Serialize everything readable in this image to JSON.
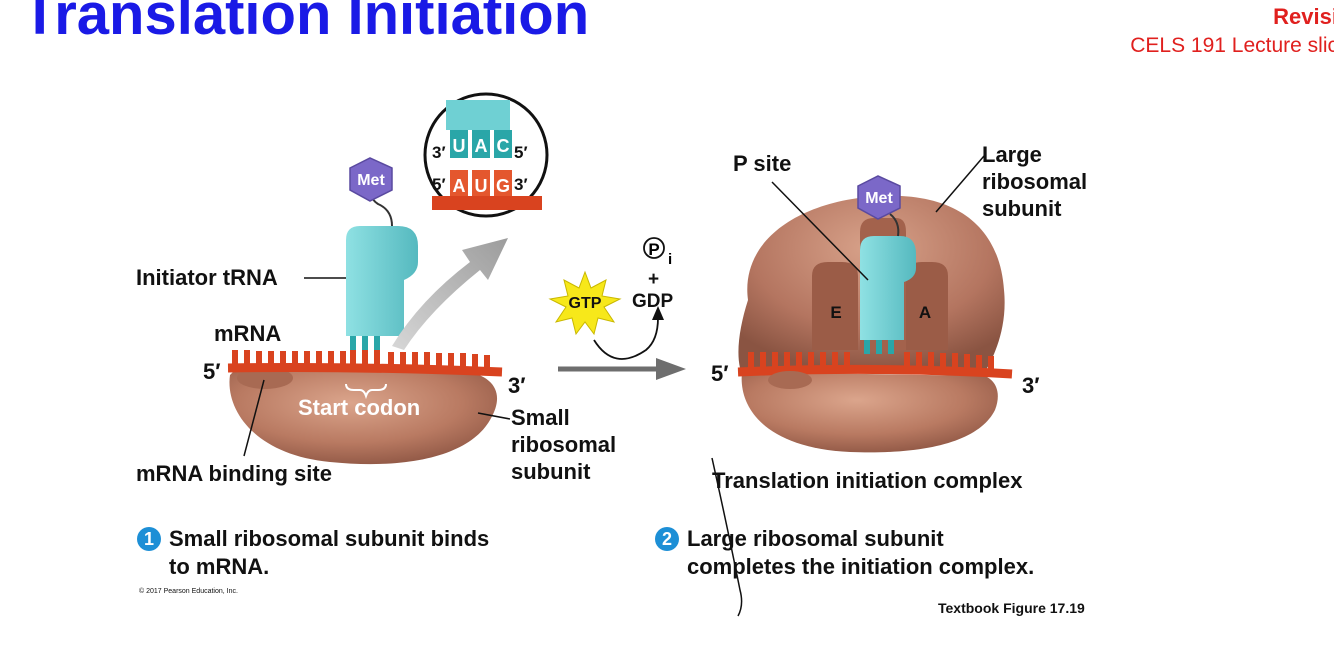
{
  "slide": {
    "title": "Translation Initiation",
    "revision": "Revisi",
    "course": "CELS 191 Lecture slic"
  },
  "panel1": {
    "trna_label": "Initiator tRNA",
    "mrna_label": "mRNA",
    "five_prime": "5′",
    "three_prime": "3′",
    "start_codon": "Start codon",
    "binding_site": "mRNA binding site",
    "small_subunit": "Small\nribosomal\nsubunit",
    "met": "Met",
    "codon_top_left": "3′",
    "codon_top_right": "5′",
    "codon_bottom_left": "5′",
    "codon_bottom_right": "3′",
    "anticodon": [
      "U",
      "A",
      "C"
    ],
    "codon": [
      "A",
      "U",
      "G"
    ]
  },
  "reaction": {
    "gtp": "GTP",
    "pi": "P",
    "pi_sub": "i",
    "plus": "+",
    "gdp": "GDP"
  },
  "panel2": {
    "p_site": "P site",
    "large_subunit": "Large\nribosomal\nsubunit",
    "met": "Met",
    "e_site": "E",
    "a_site": "A",
    "five_prime": "5′",
    "three_prime": "3′",
    "complex_label": "Translation initiation complex"
  },
  "steps": [
    {
      "number": "1",
      "text": "Small ribosomal subunit binds\nto mRNA."
    },
    {
      "number": "2",
      "text": "Large ribosomal subunit\ncompletes the initiation complex."
    }
  ],
  "copyright": "© 2017 Pearson Education, Inc.",
  "figure_ref": "Textbook Figure 17.19",
  "colors": {
    "title": "#1a1ae6",
    "revision": "#e0201e",
    "ribosome": "#b97a62",
    "mrna": "#d9431f",
    "trna": "#7fd3d6",
    "met": "#7b68c8",
    "gtp": "#f7e81a",
    "step_circle": "#1d8fd6"
  }
}
